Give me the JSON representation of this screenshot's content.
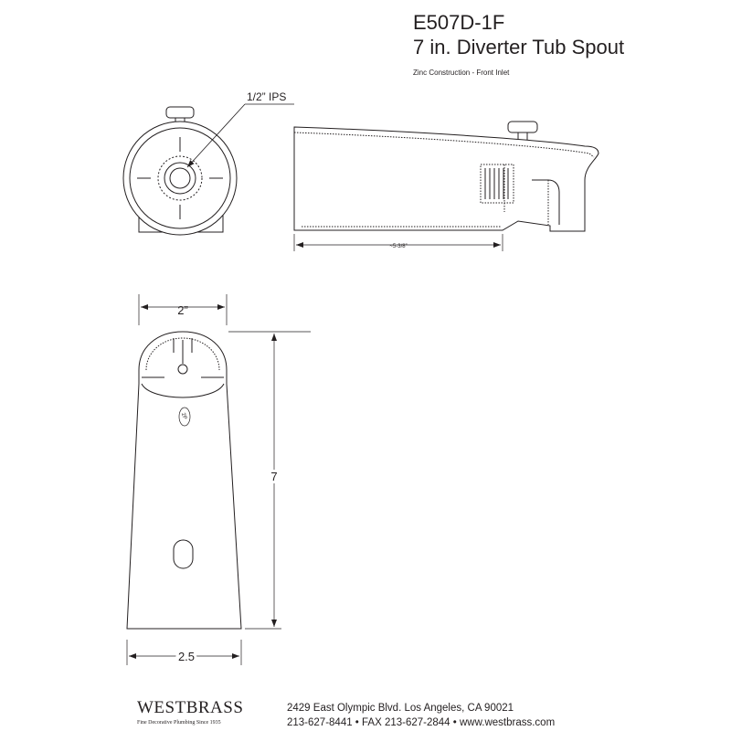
{
  "header": {
    "model_number": "E507D-1F",
    "title": "7 in. Diverter Tub Spout",
    "subtitle": "Zinc Construction - Front Inlet"
  },
  "dimensions": {
    "inlet_label": "1/2” IPS",
    "length_label": "~5-3/8”",
    "top_width_label": "2”",
    "height_label": "7",
    "bottom_width_label": "2.5",
    "stamp_label": "2P"
  },
  "footer": {
    "brand_name": "WESTBRASS",
    "brand_tagline": "Fine Decorative Plumbing Since 1935",
    "address": "2429 East Olympic Blvd. Los Angeles, CA  90021",
    "contact": "213-627-8441 • FAX 213-627-2844 • www.westbrass.com"
  },
  "colors": {
    "ink": "#231f20",
    "background": "#ffffff"
  }
}
